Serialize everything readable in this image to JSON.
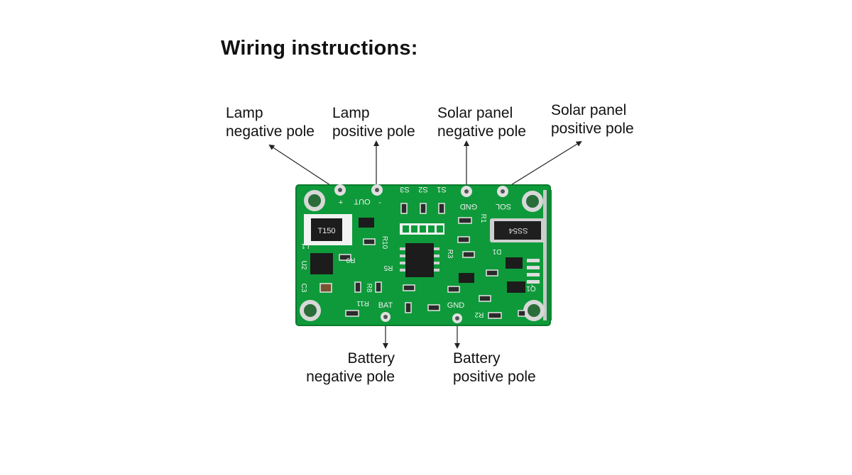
{
  "title": "Wiring instructions:",
  "labels": {
    "lamp_negative": [
      "Lamp",
      "negative pole"
    ],
    "lamp_positive": [
      "Lamp",
      "positive pole"
    ],
    "solar_negative": [
      "Solar panel",
      "negative pole"
    ],
    "solar_positive": [
      "Solar panel",
      "positive pole"
    ],
    "battery_negative": [
      "Battery",
      "negative pole"
    ],
    "battery_positive": [
      "Battery",
      "positive pole"
    ]
  },
  "board": {
    "silkscreen": {
      "out": "OUT",
      "plus": "+",
      "minus": "-",
      "s3": "S3",
      "s2": "S2",
      "s1": "S1",
      "gnd_top": "GND",
      "sol": "SOL",
      "bat": "BAT",
      "gnd_bottom": "GND",
      "ic_t150": "T150",
      "diode_ss54": "SS54",
      "r9": "R9",
      "r8": "R8",
      "r5": "R5",
      "r3": "R3",
      "r2": "R2",
      "r1": "R1",
      "r11": "R11",
      "r10": "R10",
      "c3": "C3",
      "u2": "U2",
      "d1": "D1",
      "q1": "Q1",
      "l1": "L1"
    },
    "colors": {
      "pcb": "#0e9a3a",
      "pcb_dark": "#0a7a2d",
      "pad": "#d9d9d9"
    }
  }
}
